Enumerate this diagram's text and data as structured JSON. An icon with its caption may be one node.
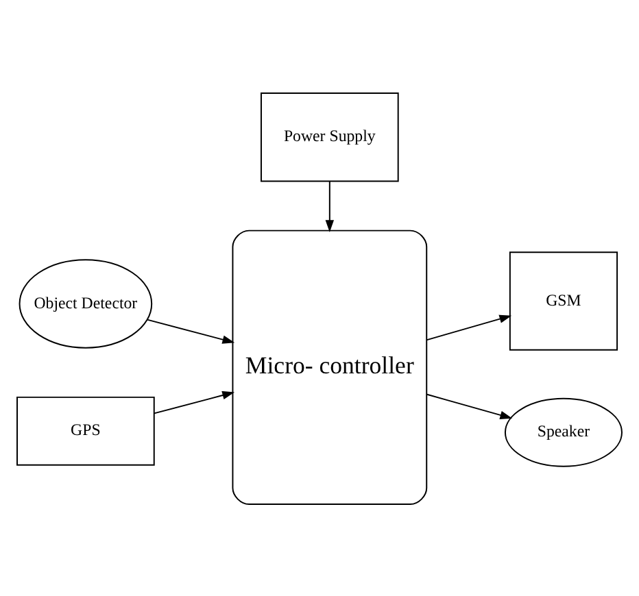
{
  "diagram": {
    "nodes": [
      {
        "text": [
          "Power Supply"
        ]
      },
      {
        "text": [
          "Object Detector"
        ]
      },
      {
        "text": [
          "GPS"
        ]
      },
      {
        "text": [
          "Micro- controller"
        ]
      },
      {
        "text": [
          "GSM"
        ]
      },
      {
        "text": [
          "Speaker"
        ]
      }
    ],
    "edges": [
      {
        "from": 0,
        "to": 3,
        "arrow": "to"
      },
      {
        "from": 1,
        "to": 3,
        "arrow": "to"
      },
      {
        "from": 2,
        "to": 3,
        "arrow": "to"
      },
      {
        "from": 3,
        "to": 4,
        "arrow": "to"
      },
      {
        "from": 3,
        "to": 5,
        "arrow": "to"
      }
    ]
  }
}
